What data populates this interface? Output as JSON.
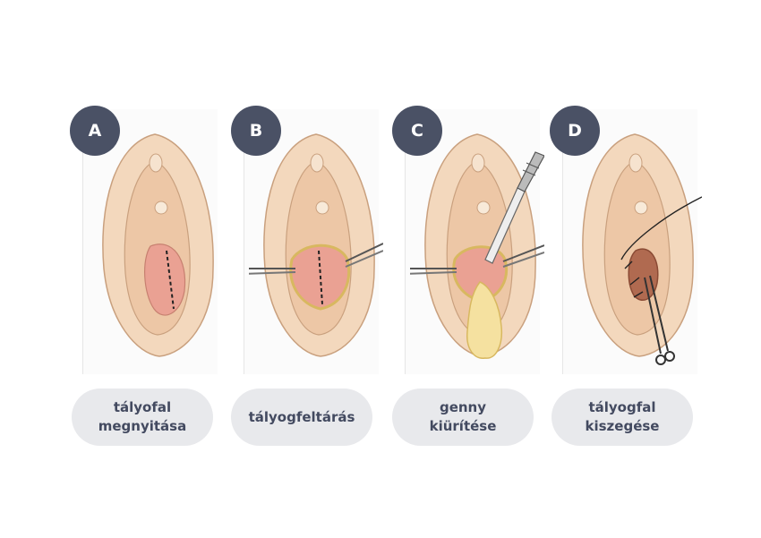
{
  "panels": [
    {
      "letter": "A",
      "caption_lines": [
        "tályofal",
        "megnyitása"
      ]
    },
    {
      "letter": "B",
      "caption_lines": [
        "tályogfeltárás"
      ]
    },
    {
      "letter": "C",
      "caption_lines": [
        "genny",
        "kiürítése"
      ]
    },
    {
      "letter": "D",
      "caption_lines": [
        "tályogfal",
        "kiszegése"
      ]
    }
  ],
  "colors": {
    "badge": "#4a5165",
    "caption_bg": "#e8e9ec",
    "caption_text": "#434a60",
    "skin": "#f3d8bd",
    "skin_dark": "#e4b993",
    "abscess": "#eaa193",
    "pus": "#f5e1a0"
  },
  "icons": [
    "scalpel-icon",
    "forceps-icon",
    "needle-holder-icon",
    "suture-icon"
  ]
}
